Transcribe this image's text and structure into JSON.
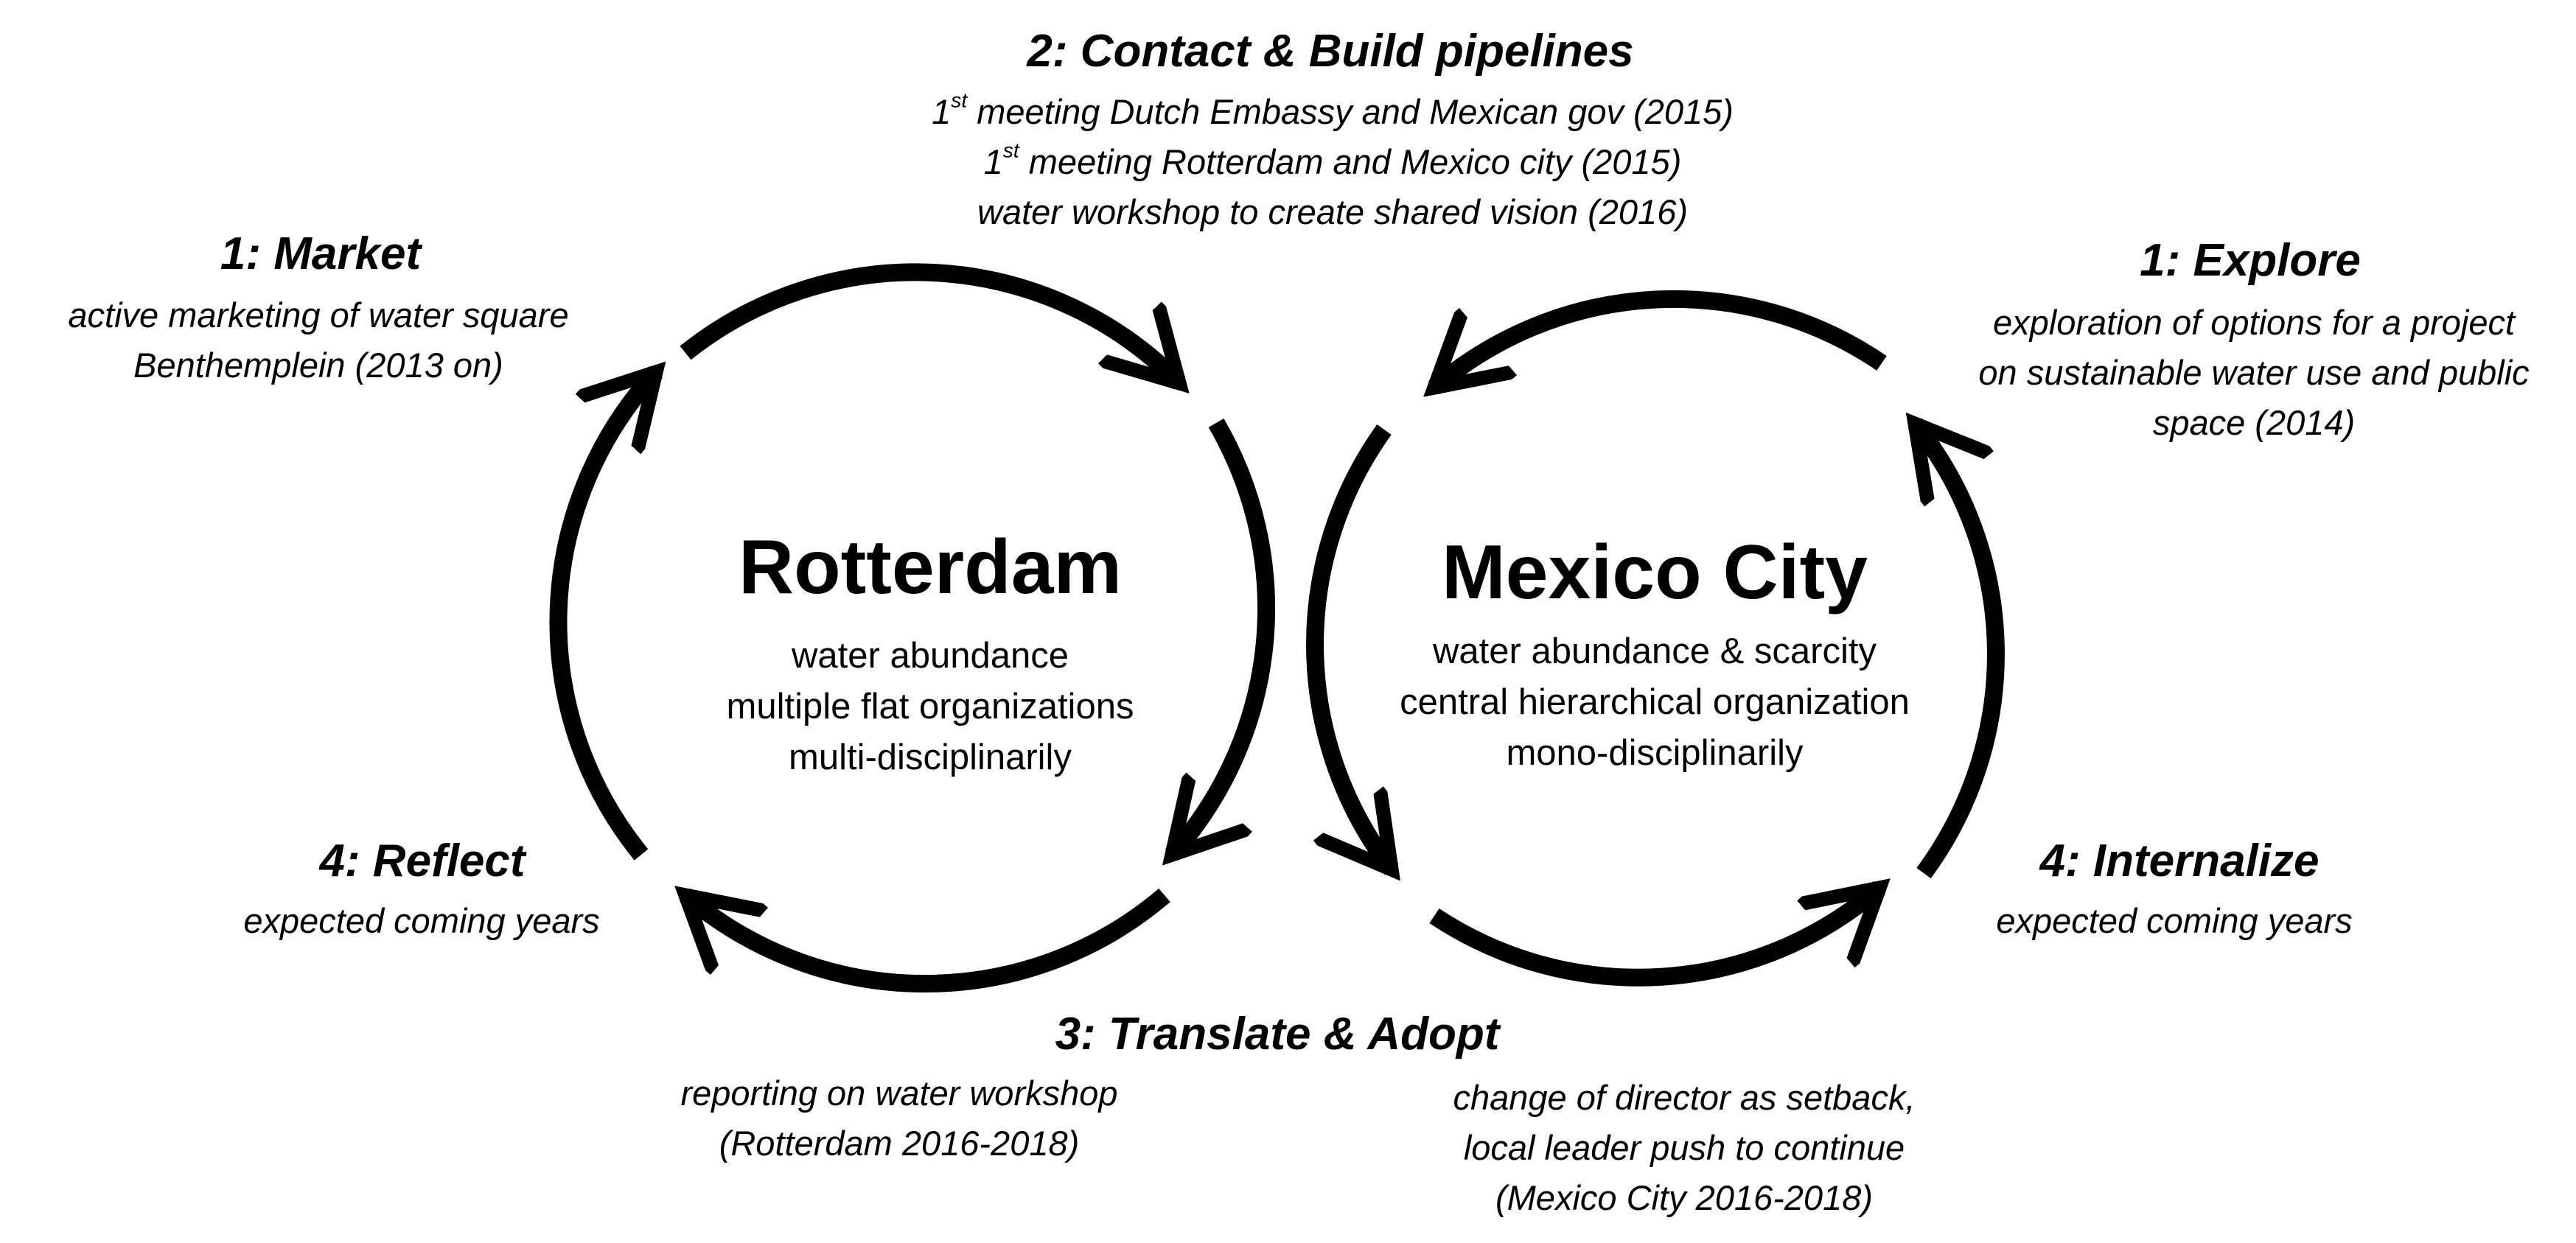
{
  "stroke_color": "#000000",
  "rotterdam": {
    "name": "Rotterdam",
    "traits": [
      "water abundance",
      "multiple flat organizations",
      "multi-disciplinarily"
    ]
  },
  "mexico": {
    "name": "Mexico City",
    "traits": [
      "water abundance & scarcity",
      "central hierarchical organization",
      "mono-disciplinarily"
    ]
  },
  "phases": {
    "market": {
      "title": "1: Market",
      "lines": [
        "active marketing of water square",
        "Benthemplein (2013 on)"
      ]
    },
    "contact": {
      "title": "2: Contact & Build pipelines",
      "meetings": [
        {
          "ordinal": "1",
          "suffix": "st",
          "text": " meeting Dutch  Embassy and Mexican gov (2015)"
        },
        {
          "ordinal": "1",
          "suffix": "st",
          "text": " meeting Rotterdam and  Mexico city (2015)"
        }
      ],
      "workshop": "water workshop  to create shared vision (2016)"
    },
    "explore": {
      "title": "1: Explore",
      "lines": [
        "exploration of options for a project",
        "on sustainable water use and public",
        "space (2014)"
      ]
    },
    "reflect": {
      "title": "4: Reflect",
      "lines": [
        "expected coming years"
      ]
    },
    "internalize": {
      "title": "4: Internalize",
      "lines": [
        "expected coming years"
      ]
    },
    "translate": {
      "title": "3: Translate & Adopt",
      "rotterdam_lines": [
        "reporting on water workshop",
        "(Rotterdam 2016-2018)"
      ],
      "mexico_lines": [
        "change of director as setback,",
        "local leader push to continue",
        "(Mexico City 2016-2018)"
      ]
    }
  }
}
